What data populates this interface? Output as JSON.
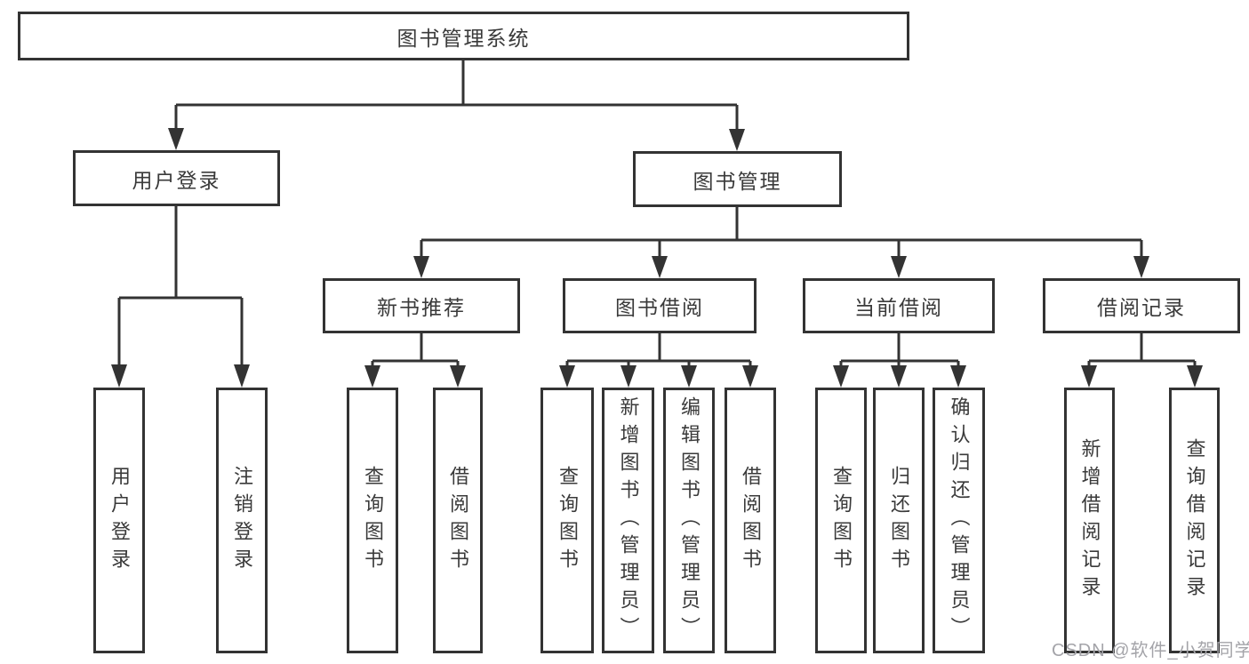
{
  "tree": {
    "label": "图书管理系统",
    "children": [
      {
        "label": "用户登录",
        "children": [
          {
            "label": "用户登录"
          },
          {
            "label": "注销登录"
          }
        ]
      },
      {
        "label": "图书管理",
        "children": [
          {
            "label": "新书推荐",
            "children": [
              {
                "label": "查询图书"
              },
              {
                "label": "借阅图书"
              }
            ]
          },
          {
            "label": "图书借阅",
            "children": [
              {
                "label": "查询图书"
              },
              {
                "label": "新增图书（管理员）"
              },
              {
                "label": "编辑图书（管理员）"
              },
              {
                "label": "借阅图书"
              }
            ]
          },
          {
            "label": "当前借阅",
            "children": [
              {
                "label": "查询图书"
              },
              {
                "label": "归还图书"
              },
              {
                "label": "确认归还（管理员）"
              }
            ]
          },
          {
            "label": "借阅记录",
            "children": [
              {
                "label": "新增借阅记录"
              },
              {
                "label": "查询借阅记录"
              }
            ]
          }
        ]
      }
    ]
  },
  "watermark": {
    "text": "CSDN @软件_小贺同学"
  },
  "colors": {
    "line_color": "#333333",
    "text_color": "#3a3a3a",
    "watermark_color": "#a4a4a9",
    "background": "#ffffff"
  }
}
